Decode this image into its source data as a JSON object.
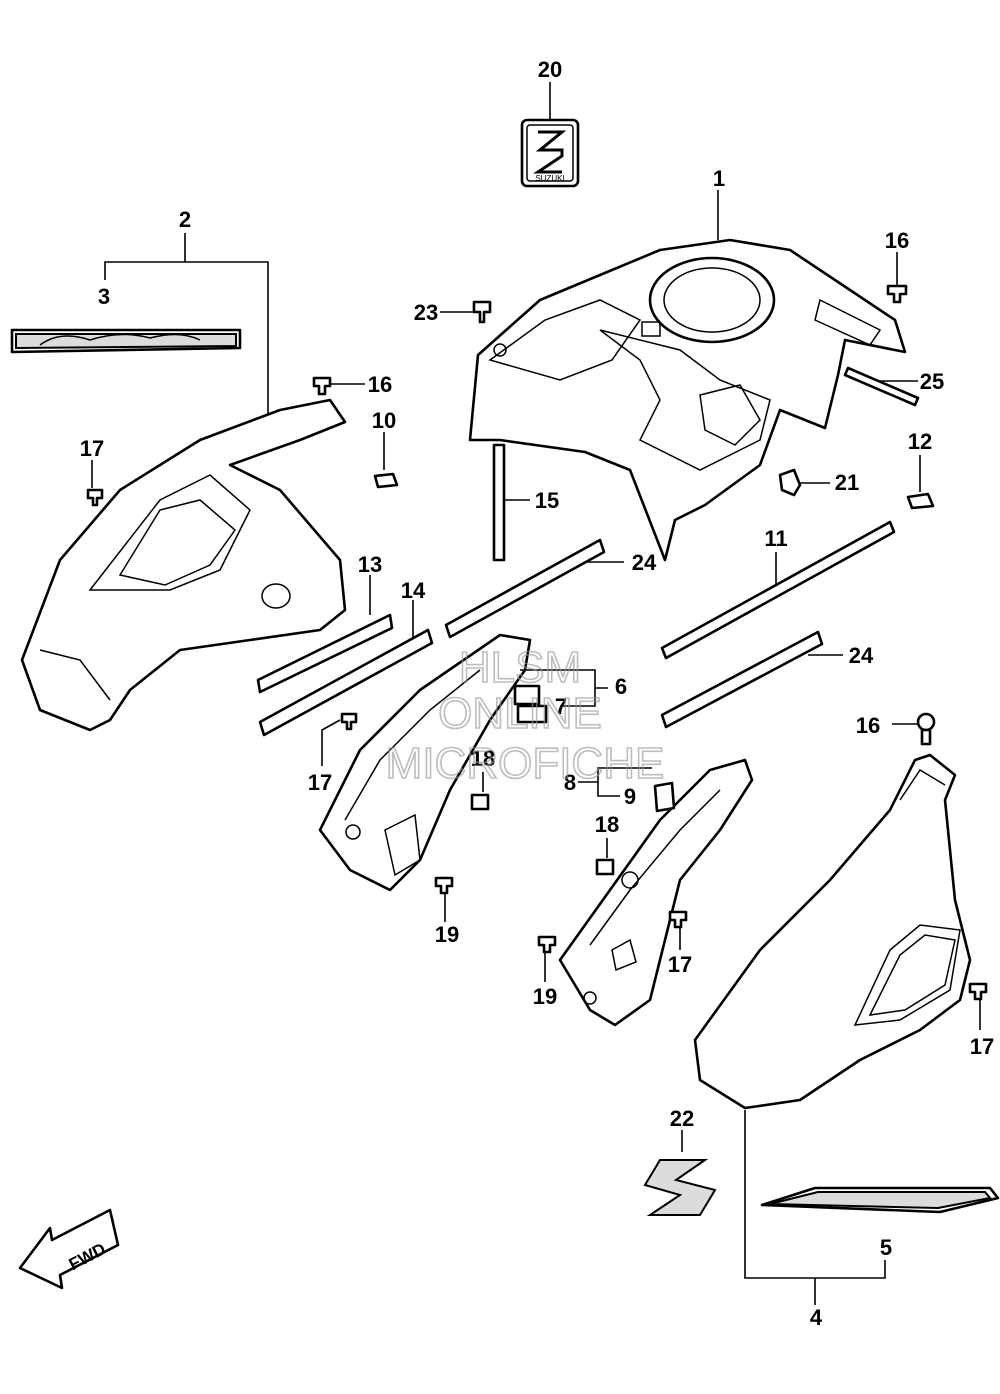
{
  "callouts": {
    "c1": "1",
    "c2": "2",
    "c3": "3",
    "c4": "4",
    "c5": "5",
    "c6": "6",
    "c7": "7",
    "c8": "8",
    "c9": "9",
    "c10": "10",
    "c11": "11",
    "c12": "12",
    "c13": "13",
    "c14": "14",
    "c15": "15",
    "c16a": "16",
    "c16b": "16",
    "c16c": "16",
    "c17a": "17",
    "c17b": "17",
    "c17c": "17",
    "c17d": "17",
    "c18a": "18",
    "c18b": "18",
    "c19a": "19",
    "c19b": "19",
    "c20": "20",
    "c21": "21",
    "c22": "22",
    "c23": "23",
    "c24a": "24",
    "c24b": "24",
    "c25": "25"
  },
  "emblem_text": "SUZUKI",
  "fwd_label": "FWD",
  "watermark": {
    "line1": "HLSM",
    "line2": "ONLINE",
    "line3": "MICROFICHE"
  },
  "icons": [
    "suzuki-emblem-icon",
    "suzuki-s-decal-icon",
    "fwd-arrow-icon"
  ]
}
